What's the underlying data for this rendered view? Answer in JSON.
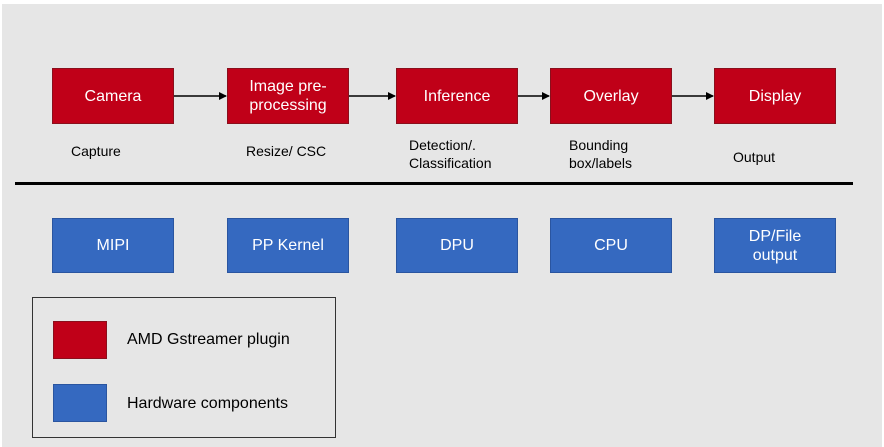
{
  "colors": {
    "plugin": "#c00018",
    "hardware": "#3569c0",
    "background": "#e6e6e6"
  },
  "pipeline": [
    {
      "stage": "Camera",
      "caption": "Capture",
      "hardware": "MIPI"
    },
    {
      "stage": "Image pre-processing",
      "caption": "Resize/ CSC",
      "hardware": "PP Kernel"
    },
    {
      "stage": "Inference",
      "caption": "Detection/. Classification",
      "hardware": "DPU"
    },
    {
      "stage": "Overlay",
      "caption": "Bounding box/labels",
      "hardware": "CPU"
    },
    {
      "stage": "Display",
      "caption": "Output",
      "hardware": "DP/File output"
    }
  ],
  "legend": {
    "plugin_label": "AMD Gstreamer plugin",
    "hardware_label": "Hardware components"
  }
}
